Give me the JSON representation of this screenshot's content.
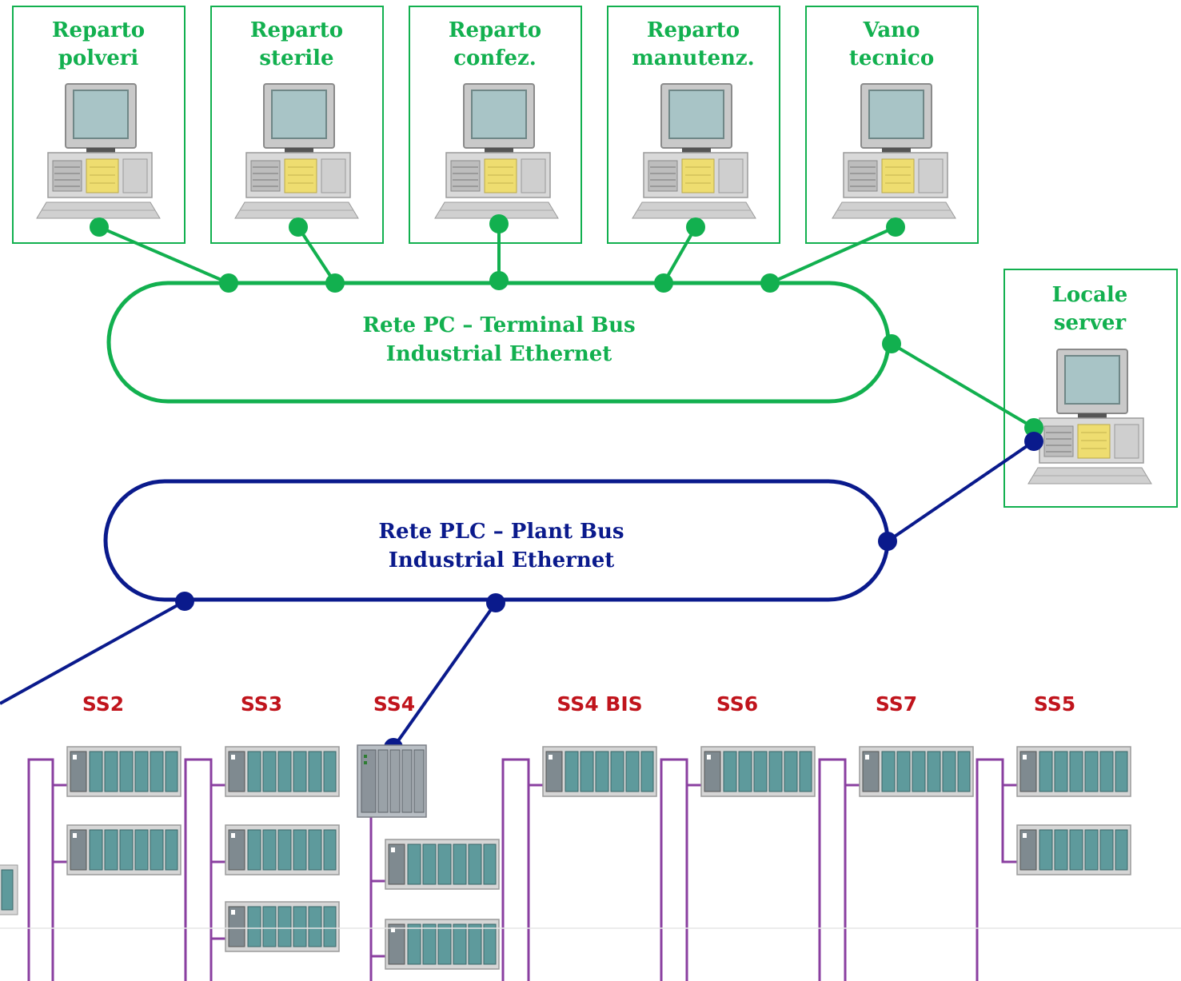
{
  "workstations": [
    {
      "line1": "Reparto",
      "line2": "polveri"
    },
    {
      "line1": "Reparto",
      "line2": "sterile"
    },
    {
      "line1": "Reparto",
      "line2": "confez."
    },
    {
      "line1": "Reparto",
      "line2": "manutenz."
    },
    {
      "line1": "Vano",
      "line2": "tecnico"
    }
  ],
  "server": {
    "line1": "Locale",
    "line2": "server"
  },
  "pc_network": {
    "line1": "Rete PC – Terminal Bus",
    "line2": "Industrial Ethernet"
  },
  "plc_network": {
    "line1": "Rete PLC – Plant Bus",
    "line2": "Industrial Ethernet"
  },
  "substations": [
    "SS2",
    "SS3",
    "SS4",
    "SS4 BIS",
    "SS6",
    "SS7",
    "SS5"
  ],
  "colors": {
    "green": "#12b04f",
    "navy": "#0a1a8c",
    "red": "#c0141c",
    "purple": "#8a3fa0",
    "module": "#5e9a9c"
  },
  "icons": {
    "workstation": "desktop-computer-icon",
    "plc_rack": "plc-rack-icon",
    "cpu_rack": "plc-cpu-icon"
  }
}
